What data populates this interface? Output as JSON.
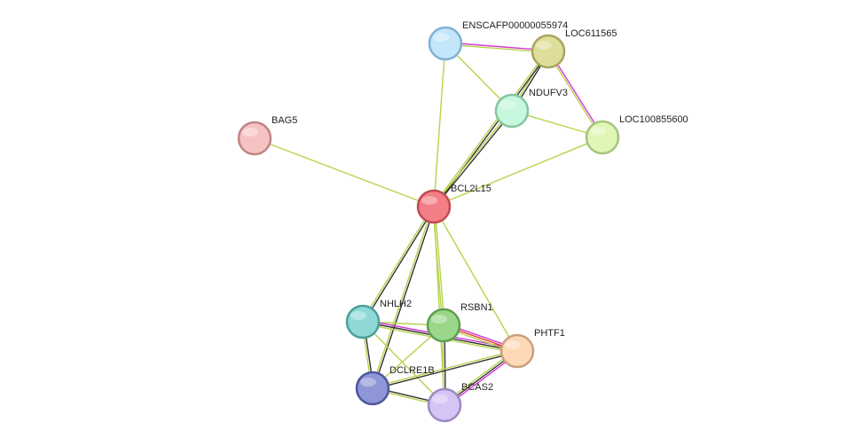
{
  "nodes": [
    {
      "id": "ENSCAFP00000055974",
      "label": "ENSCAFP00000055974",
      "fill": "#c4e6fb",
      "stroke": "#7fb2d4"
    },
    {
      "id": "LOC611565",
      "label": "LOC611565",
      "fill": "#dedd9a",
      "stroke": "#a9a55c"
    },
    {
      "id": "NDUFV3",
      "label": "NDUFV3",
      "fill": "#c7f8dd",
      "stroke": "#84c5a0"
    },
    {
      "id": "LOC100855600",
      "label": "LOC100855600",
      "fill": "#e0f6b6",
      "stroke": "#a6c47e"
    },
    {
      "id": "BAG5",
      "label": "BAG5",
      "fill": "#f6c3c3",
      "stroke": "#c08484"
    },
    {
      "id": "BCL2L15",
      "label": "BCL2L15",
      "fill": "#f47e86",
      "stroke": "#c14a52"
    },
    {
      "id": "NHLH2",
      "label": "NHLH2",
      "fill": "#8ed9d6",
      "stroke": "#4d9e9a"
    },
    {
      "id": "RSBN1",
      "label": "RSBN1",
      "fill": "#9ad78a",
      "stroke": "#5e9e50"
    },
    {
      "id": "PHTF1",
      "label": "PHTF1",
      "fill": "#fdd9b8",
      "stroke": "#caa07c"
    },
    {
      "id": "DCLRE1B",
      "label": "DCLRE1B",
      "fill": "#8f96d8",
      "stroke": "#4f569a"
    },
    {
      "id": "BCAS2",
      "label": "BCAS2",
      "fill": "#d5c4f6",
      "stroke": "#9c89c4"
    }
  ],
  "edges": [
    {
      "source": "ENSCAFP00000055974",
      "target": "LOC611565",
      "types": [
        "#d236d2",
        "#b5d44b"
      ]
    },
    {
      "source": "ENSCAFP00000055974",
      "target": "NDUFV3",
      "types": [
        "#b5d44b"
      ]
    },
    {
      "source": "ENSCAFP00000055974",
      "target": "BCL2L15",
      "types": [
        "#b5d44b"
      ]
    },
    {
      "source": "LOC611565",
      "target": "NDUFV3",
      "types": [
        "#333333",
        "#b5d44b"
      ]
    },
    {
      "source": "LOC611565",
      "target": "LOC100855600",
      "types": [
        "#d236d2",
        "#b5d44b"
      ]
    },
    {
      "source": "LOC611565",
      "target": "BCL2L15",
      "types": [
        "#333333",
        "#b5d44b"
      ]
    },
    {
      "source": "NDUFV3",
      "target": "LOC100855600",
      "types": [
        "#b5d44b"
      ]
    },
    {
      "source": "NDUFV3",
      "target": "BCL2L15",
      "types": [
        "#333333",
        "#b5d44b"
      ]
    },
    {
      "source": "LOC100855600",
      "target": "BCL2L15",
      "types": [
        "#b5d44b"
      ]
    },
    {
      "source": "BAG5",
      "target": "BCL2L15",
      "types": [
        "#b5d44b"
      ]
    },
    {
      "source": "BCL2L15",
      "target": "NHLH2",
      "types": [
        "#333333",
        "#b5d44b"
      ]
    },
    {
      "source": "BCL2L15",
      "target": "RSBN1",
      "types": [
        "#b5d44b",
        "#b5d44b"
      ]
    },
    {
      "source": "BCL2L15",
      "target": "PHTF1",
      "types": [
        "#b5d44b"
      ]
    },
    {
      "source": "BCL2L15",
      "target": "DCLRE1B",
      "types": [
        "#333333",
        "#b5d44b"
      ]
    },
    {
      "source": "BCL2L15",
      "target": "BCAS2",
      "types": [
        "#b5d44b"
      ]
    },
    {
      "source": "NHLH2",
      "target": "RSBN1",
      "types": [
        "#b5d44b"
      ]
    },
    {
      "source": "NHLH2",
      "target": "PHTF1",
      "types": [
        "#d236d2",
        "#333333",
        "#b5d44b"
      ]
    },
    {
      "source": "NHLH2",
      "target": "DCLRE1B",
      "types": [
        "#333333",
        "#b5d44b"
      ]
    },
    {
      "source": "NHLH2",
      "target": "BCAS2",
      "types": [
        "#b5d44b"
      ]
    },
    {
      "source": "RSBN1",
      "target": "PHTF1",
      "types": [
        "#d236d2",
        "#e8412f",
        "#b5d44b"
      ]
    },
    {
      "source": "RSBN1",
      "target": "DCLRE1B",
      "types": [
        "#b5d44b"
      ]
    },
    {
      "source": "RSBN1",
      "target": "BCAS2",
      "types": [
        "#333333",
        "#b5d44b"
      ]
    },
    {
      "source": "PHTF1",
      "target": "DCLRE1B",
      "types": [
        "#333333",
        "#b5d44b"
      ]
    },
    {
      "source": "PHTF1",
      "target": "BCAS2",
      "types": [
        "#d236d2",
        "#333333",
        "#b5d44b"
      ]
    },
    {
      "source": "DCLRE1B",
      "target": "BCAS2",
      "types": [
        "#333333",
        "#b5d44b"
      ]
    }
  ]
}
